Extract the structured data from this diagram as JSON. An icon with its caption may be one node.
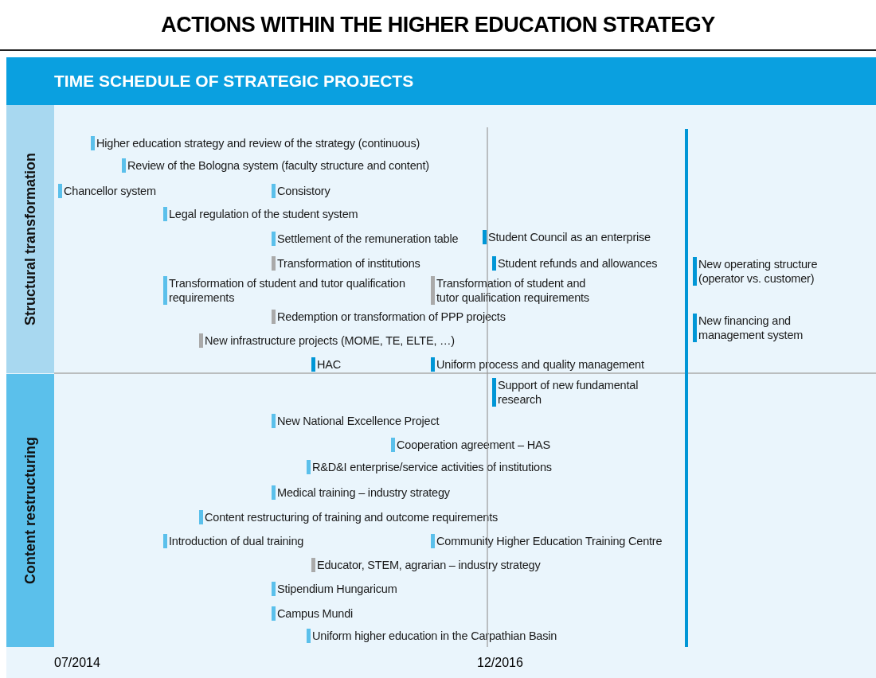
{
  "diagram": {
    "title": "ACTIONS WITHIN THE HIGHER EDUCATION STRATEGY",
    "nodes": [
      {
        "text": [
          "TIME SCHEDULE OF STRATEGIC PROJECTS"
        ]
      },
      {
        "text": [
          "Structural transformation"
        ]
      },
      {
        "text": [
          "Higher education strategy and review of the strategy (continuous)"
        ],
        "in": 1
      },
      {
        "text": [
          "Review of the Bologna system (faculty structure and content)"
        ],
        "in": 1
      },
      {
        "text": [
          "Chancellor system"
        ],
        "in": 1
      },
      {
        "text": [
          "Consistory"
        ],
        "in": 1
      },
      {
        "text": [
          "Legal regulation of the student system"
        ],
        "in": 1
      },
      {
        "text": [
          "Settlement of the remuneration table"
        ],
        "in": 1
      },
      {
        "text": [
          "Student Council as an enterprise"
        ],
        "in": 1
      },
      {
        "text": [
          "Transformation of institutions"
        ],
        "in": 1
      },
      {
        "text": [
          "Student refunds and allowances"
        ],
        "in": 1
      },
      {
        "text": [
          "New operating structure (operator vs. customer)"
        ],
        "in": 1
      },
      {
        "text": [
          "Transformation of student and tutor qualification requirements"
        ],
        "in": 1
      },
      {
        "text": [
          "Transformation of student and tutor qualification requirements"
        ],
        "in": 1
      },
      {
        "text": [
          "Redemption or transformation of PPP projects"
        ],
        "in": 1
      },
      {
        "text": [
          "New financing and management system"
        ],
        "in": 1
      },
      {
        "text": [
          "New infrastructure projects (MOME, TE, ELTE, …)"
        ],
        "in": 1
      },
      {
        "text": [
          "HAC"
        ],
        "in": 1
      },
      {
        "text": [
          "Uniform process and quality management"
        ],
        "in": 1
      },
      {
        "text": [
          "Content restructuring"
        ]
      },
      {
        "text": [
          "Support of new fundamental research"
        ],
        "in": 19
      },
      {
        "text": [
          "New National Excellence Project"
        ],
        "in": 19
      },
      {
        "text": [
          "Cooperation agreement – HAS"
        ],
        "in": 19
      },
      {
        "text": [
          "R&D&I enterprise/service activities of institutions"
        ],
        "in": 19
      },
      {
        "text": [
          "Medical training – industry strategy"
        ],
        "in": 19
      },
      {
        "text": [
          "Content restructuring of training and outcome requirements"
        ],
        "in": 19
      },
      {
        "text": [
          "Introduction of dual training"
        ],
        "in": 19
      },
      {
        "text": [
          "Community Higher Education Training Centre"
        ],
        "in": 19
      },
      {
        "text": [
          "Educator, STEM, agrarian – industry strategy"
        ],
        "in": 19
      },
      {
        "text": [
          "Stipendium Hungaricum"
        ],
        "in": 19
      },
      {
        "text": [
          "Campus Mundi"
        ],
        "in": 19
      },
      {
        "text": [
          "Uniform higher education in the Carpathian Basin"
        ],
        "in": 19
      }
    ],
    "labels": [
      "07/2014",
      "12/2016"
    ]
  }
}
